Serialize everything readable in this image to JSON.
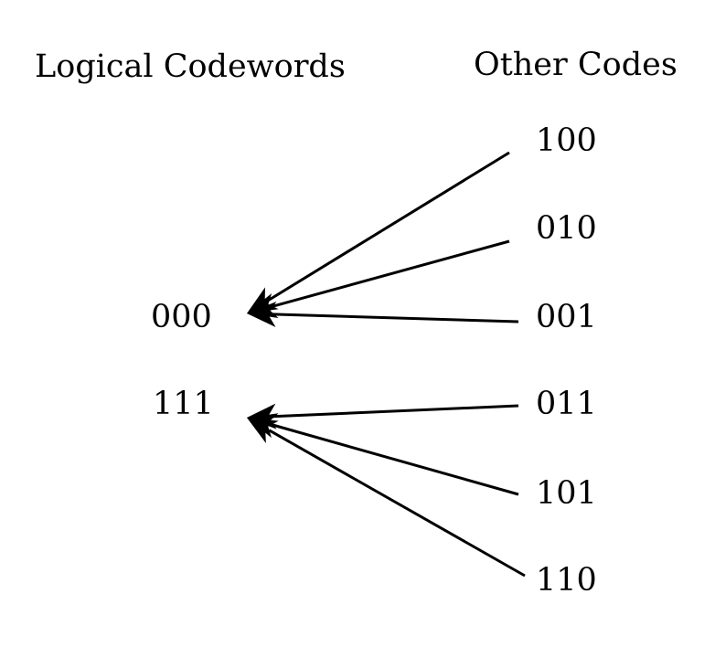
{
  "headings": {
    "logical": "Logical Codewords",
    "other": "Other Codes"
  },
  "logical_codewords": [
    "000",
    "111"
  ],
  "other_codes": [
    "100",
    "010",
    "001",
    "011",
    "101",
    "110"
  ],
  "mappings": [
    {
      "from": "100",
      "to": "000"
    },
    {
      "from": "010",
      "to": "000"
    },
    {
      "from": "001",
      "to": "000"
    },
    {
      "from": "011",
      "to": "111"
    },
    {
      "from": "101",
      "to": "111"
    },
    {
      "from": "110",
      "to": "111"
    }
  ],
  "colors": {
    "ink": "#000000",
    "background": "#ffffff"
  }
}
